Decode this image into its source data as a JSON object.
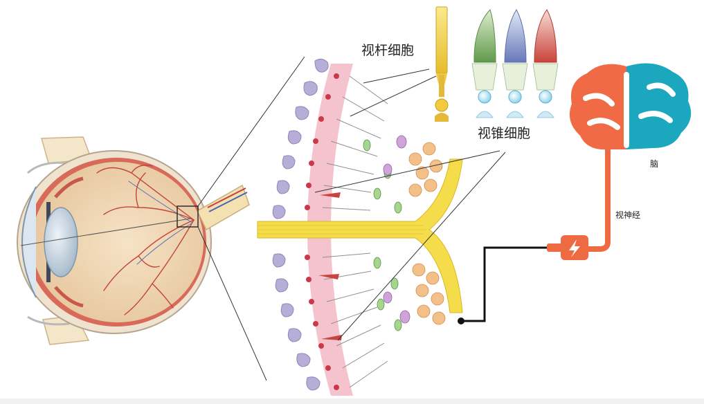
{
  "labels": {
    "rod_cells": "视杆细胞",
    "cone_cells": "视锥细胞",
    "brain": "脑",
    "optic_nerve": "视神经"
  },
  "colors": {
    "brain_left": "#f06b45",
    "brain_right": "#1ba8bf",
    "nerve_wire": "#ee6a43",
    "black_wire": "#111111",
    "retina_pink": "#f2b8c4",
    "fiber_yellow": "#f4dc4a",
    "cone_green": "#7fb26a",
    "cone_blue": "#7e92c9",
    "cone_red": "#d9574e",
    "rod_yellow": "#f2cf3c"
  },
  "icons": {
    "connector_symbol": "lightning-bolt-icon"
  }
}
